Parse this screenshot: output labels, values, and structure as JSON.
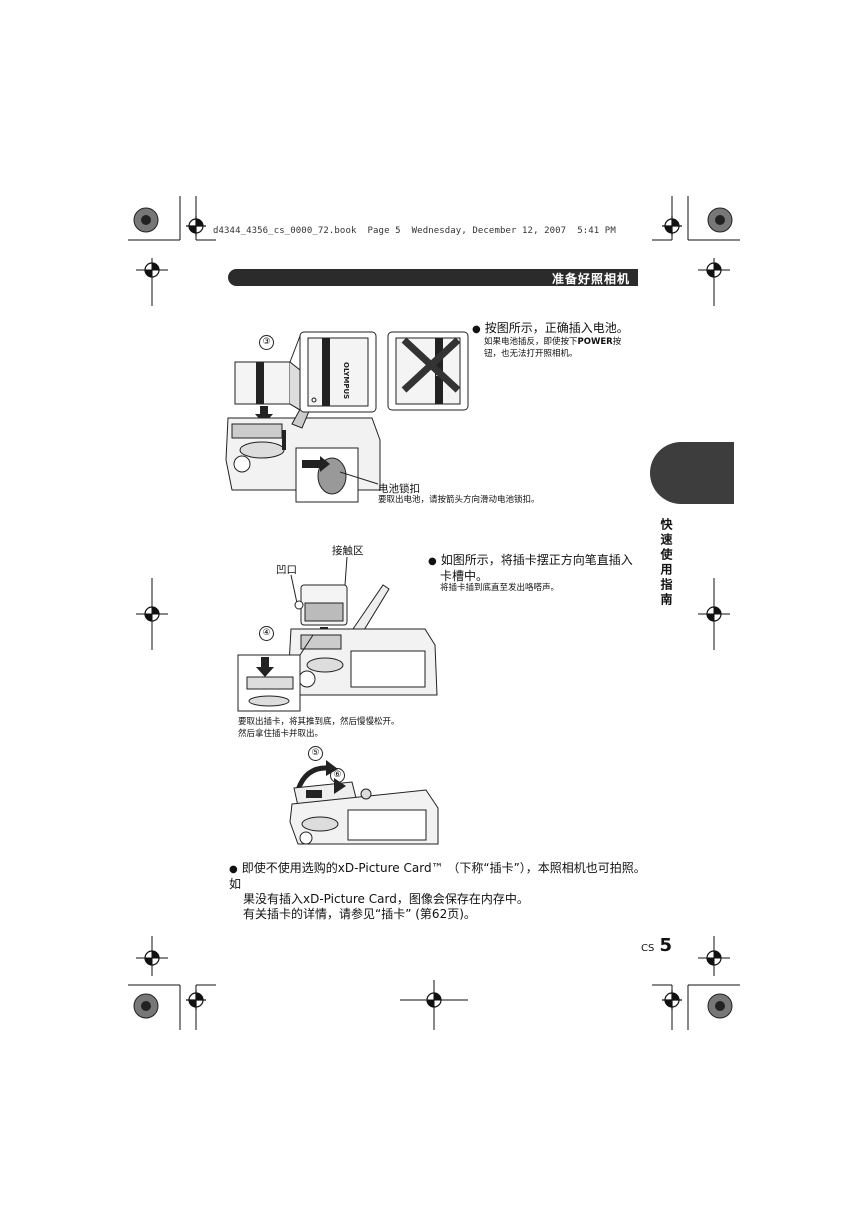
{
  "book_info": "d4344_4356_cs_0000_72.book  Page 5  Wednesday, December 12, 2007  5:41 PM",
  "header": {
    "title": "准备好照相机"
  },
  "side_tab": {
    "label": "快速使用指南"
  },
  "section_battery": {
    "step": "③",
    "bullet": "按图所示，正确插入电池。",
    "note_line1_pre": "如果电池插反，即使按下",
    "note_power": "POWER",
    "note_line1_post": "按",
    "note_line2": "钮，也无法打开照相机。",
    "lock_label": "电池锁扣",
    "lock_note": "要取出电池，请按箭头方向滑动电池锁扣。"
  },
  "section_card": {
    "step": "④",
    "contact_label": "接触区",
    "notch_label": "凹口",
    "bullet_line1": "如图所示，将插卡摆正方向笔直插入",
    "bullet_line2": "卡槽中。",
    "note": "将插卡插到底直至发出咯嗒声。",
    "remove_line1": "要取出插卡，将其推到底，然后慢慢松开。",
    "remove_line2": "然后拿住插卡并取出。"
  },
  "section_close": {
    "step_a": "⑤",
    "step_b": "⑥"
  },
  "footer_note": {
    "line1": "即使不使用选购的xD-Picture Card™ （下称“插卡”），本照相机也可拍照。如",
    "line2": "果没有插入xD-Picture Card，图像会保存在内存中。",
    "line3": "有关插卡的详情，请参见“插卡” (第62页)。"
  },
  "page": {
    "lang": "CS",
    "number": "5"
  },
  "brand_text": "OLYMPUS"
}
